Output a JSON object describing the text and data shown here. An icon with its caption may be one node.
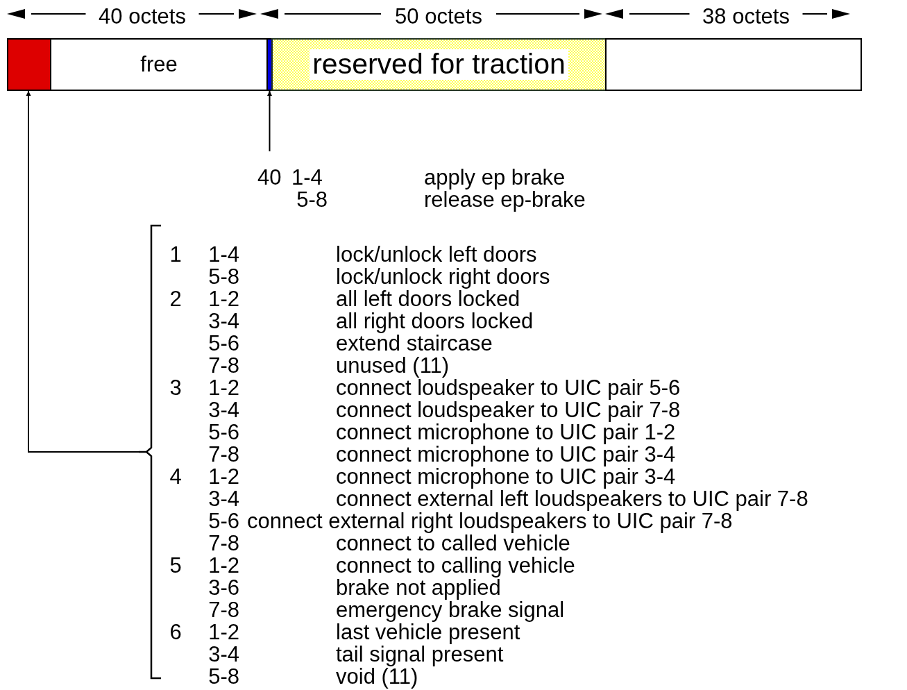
{
  "diagram": {
    "nodes": [
      {
        "text": [],
        "shape": "box"
      },
      {
        "text": [
          "free"
        ]
      },
      {
        "text": [],
        "shape": "bar"
      },
      {
        "text": [
          "reserved for traction"
        ]
      },
      {
        "text": [],
        "shape": "box"
      },
      {
        "text": [
          "40"
        ]
      },
      {
        "text": [],
        "shape": "bracket"
      }
    ],
    "edges": [
      {
        "from": 5,
        "to": 2,
        "arrow": "to"
      },
      {
        "from": 6,
        "to": 0,
        "arrow": "to"
      }
    ],
    "labels": [
      "40 octets",
      "50 octets",
      "38 octets",
      "1-4",
      "apply ep brake",
      "5-8",
      "release ep-brake",
      "1",
      "1-4",
      "lock/unlock left doors",
      "5-8",
      "lock/unlock right doors",
      "2",
      "1-2",
      "all left doors locked",
      "3-4",
      "all right doors locked",
      "5-6",
      "extend staircase",
      "7-8",
      "unused (11)",
      "3",
      "1-2",
      "connect loudspeaker to UIC pair 5-6",
      "3-4",
      "connect loudspeaker to UIC pair 7-8",
      "5-6",
      "connect microphone to UIC pair 1-2",
      "7-8",
      "connect microphone to UIC pair 3-4",
      "4",
      "1-2",
      "connect microphone to UIC pair 3-4",
      "3-4",
      "connect external left loudspeakers to UIC pair 7-8",
      "5-6",
      "connect external right loudspeakers to UIC pair 7-8",
      "7-8",
      "connect to called vehicle",
      "5",
      "1-2",
      "connect to calling vehicle",
      "3-6",
      "brake not applied",
      "7-8",
      "emergency brake signal",
      "6",
      "1-2",
      "last vehicle present",
      "3-4",
      "tail signal present",
      "5-8",
      "void (11)"
    ]
  }
}
